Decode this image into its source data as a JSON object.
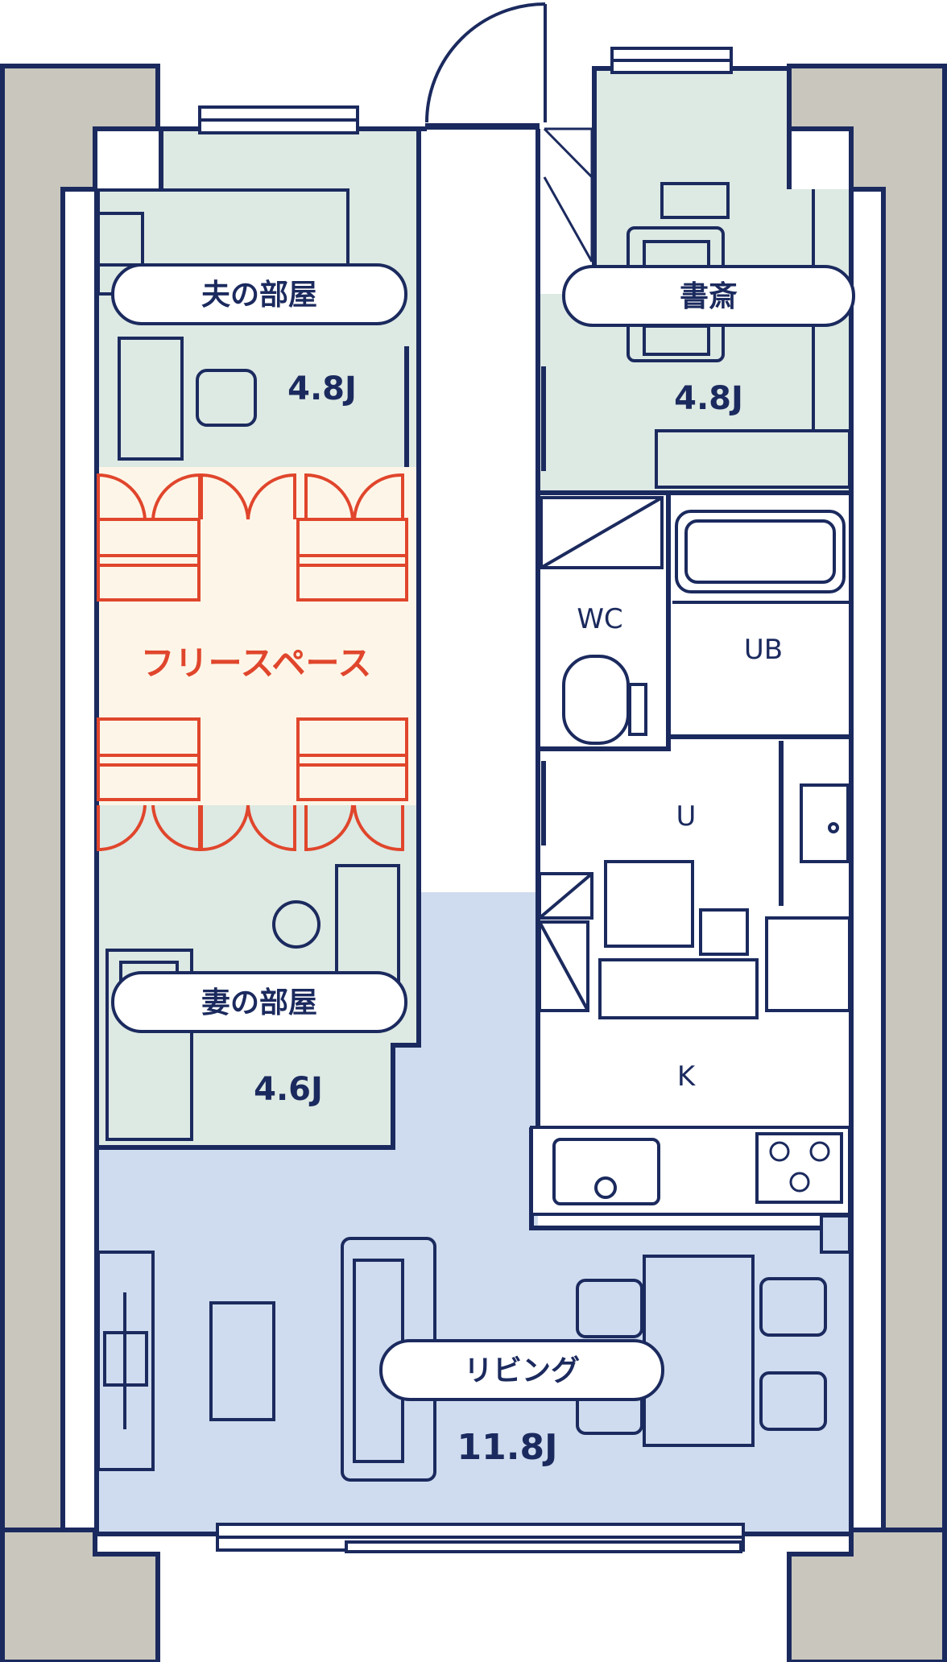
{
  "rooms": {
    "husband": {
      "label": "夫の部屋",
      "area": "4.8J"
    },
    "study": {
      "label": "書斎",
      "area": "4.8J"
    },
    "wife": {
      "label": "妻の部屋",
      "area": "4.6J"
    },
    "living": {
      "label": "リビング",
      "area": "11.8J"
    },
    "free_space": {
      "label": "フリースペース"
    },
    "wc": {
      "label": "WC"
    },
    "ub": {
      "label": "UB"
    },
    "utility": {
      "label": "U"
    },
    "kitchen": {
      "label": "K"
    }
  },
  "colors": {
    "wall": "#1b2a5e",
    "pillar": "#c8c6bd",
    "bedroom_fill": "#dde9e3",
    "living_fill": "#cfdcef",
    "free_fill": "#fdf6e8",
    "free_accent": "#e0462c"
  }
}
